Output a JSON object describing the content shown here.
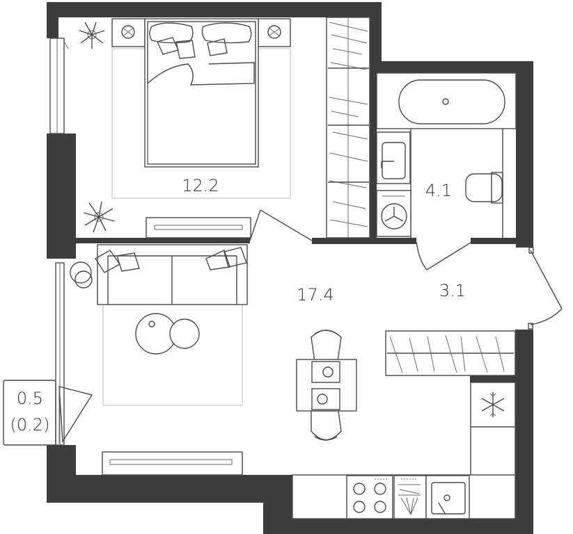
{
  "rooms": {
    "bedroom": {
      "area": "12.2"
    },
    "living_kitchen": {
      "area": "17.4"
    },
    "bathroom": {
      "area": "4.1"
    },
    "hallway": {
      "area": "3.1"
    },
    "balcony": {
      "area": "0.5",
      "area_reduced": "(0.2)"
    }
  },
  "icons": {
    "plant": "plant-icon",
    "lamp": "lamp-icon",
    "bed": "bed-icon",
    "wardrobe": "wardrobe-icon",
    "bathtub": "bathtub-icon",
    "sink": "sink-icon",
    "toilet": "toilet-icon",
    "washing_machine": "washing-machine-icon",
    "sofa": "sofa-icon",
    "table": "dining-table-icon",
    "chair": "chair-icon",
    "fridge": "snowflake-icon",
    "stove": "stove-icon",
    "dishwasher": "dishwasher-icon"
  },
  "colors": {
    "wall": "#3d3d3d",
    "line": "#4a4a4a",
    "rug": "#c9c9c9"
  }
}
